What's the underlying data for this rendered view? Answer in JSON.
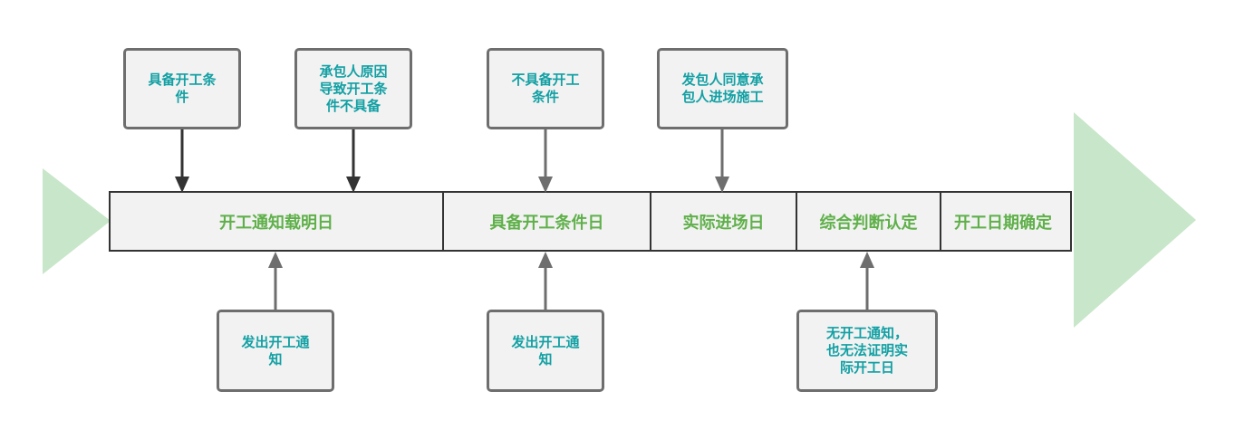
{
  "timeline": {
    "segments": [
      {
        "label": "开工通知载明日"
      },
      {
        "label": "具备开工条件日"
      },
      {
        "label": "实际进场日"
      },
      {
        "label": "综合判断认定"
      },
      {
        "label": "开工日期确定"
      }
    ]
  },
  "top_boxes": [
    {
      "lines": [
        "具备开工条",
        "件"
      ]
    },
    {
      "lines": [
        "承包人原因",
        "导致开工条",
        "件不具备"
      ]
    },
    {
      "lines": [
        "不具备开工",
        "条件"
      ]
    },
    {
      "lines": [
        "发包人同意承",
        "包人进场施工"
      ]
    }
  ],
  "bottom_boxes": [
    {
      "lines": [
        "发出开工通",
        "知"
      ]
    },
    {
      "lines": [
        "发出开工通",
        "知"
      ]
    },
    {
      "lines": [
        "无开工通知，",
        "也无法证明实",
        "际开工日"
      ]
    }
  ],
  "colors": {
    "segment_text": "#5fb04a",
    "box_text": "#12a0a4",
    "box_fill": "#f2f2f2",
    "arrow_head_fill": "#c8e6c9"
  }
}
